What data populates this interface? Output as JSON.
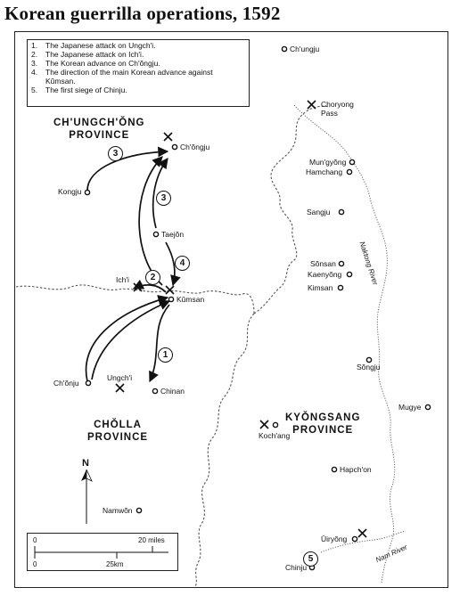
{
  "title": "Korean guerrilla operations, 1592",
  "legend": [
    {
      "num": "1.",
      "text": "The Japanese attack on Ungch'i."
    },
    {
      "num": "2.",
      "text": "The Japanese attack on Ich'i."
    },
    {
      "num": "3.",
      "text": "The Korean advance on Ch'ŏngju."
    },
    {
      "num": "4.",
      "text": "The direction of the main Korean advance against Kŭmsan."
    },
    {
      "num": "5.",
      "text": "The first siege of Chinju."
    }
  ],
  "provinces": {
    "chungchong": [
      "CH'UNGCH'ŎNG",
      "PROVINCE"
    ],
    "cholla": [
      "CHŎLLA",
      "PROVINCE"
    ],
    "kyongsang": [
      "KYŎNGSANG",
      "PROVINCE"
    ]
  },
  "places": {
    "chungju": "Ch'ungju",
    "choryong": [
      "Choryong",
      "Pass"
    ],
    "chongju": "Ch'ŏngju",
    "mungyong": "Mun'gyŏng",
    "hamchang": "Hamchang",
    "kongju": "Kongju",
    "sangju": "Sangju",
    "taejon": "Taejŏn",
    "sonsan": "Sŏnsan",
    "kaenyong": "Kaenyŏng",
    "kimsan": "Kimsan",
    "ichi": "Ich'i",
    "kumsan": "Kŭmsan",
    "songju": "Sŏngju",
    "ungchi": "Ungch'i",
    "chonju": "Ch'ŏnju",
    "chinan": "Chinan",
    "mugye": "Mugye",
    "kochang": "Koch'ang",
    "hapchon": "Hapch'on",
    "namwon": "Namwŏn",
    "uryong": "Ŭiryŏng",
    "chinju": "Chinju"
  },
  "rivers": {
    "naktong": "Naktong River",
    "nam": "Nam River"
  },
  "markers": [
    "1",
    "2",
    "3",
    "3",
    "4",
    "5"
  ],
  "north": "N",
  "scale": {
    "miles_zero": "0",
    "miles": "20 miles",
    "km_zero": "0",
    "km": "25km"
  }
}
